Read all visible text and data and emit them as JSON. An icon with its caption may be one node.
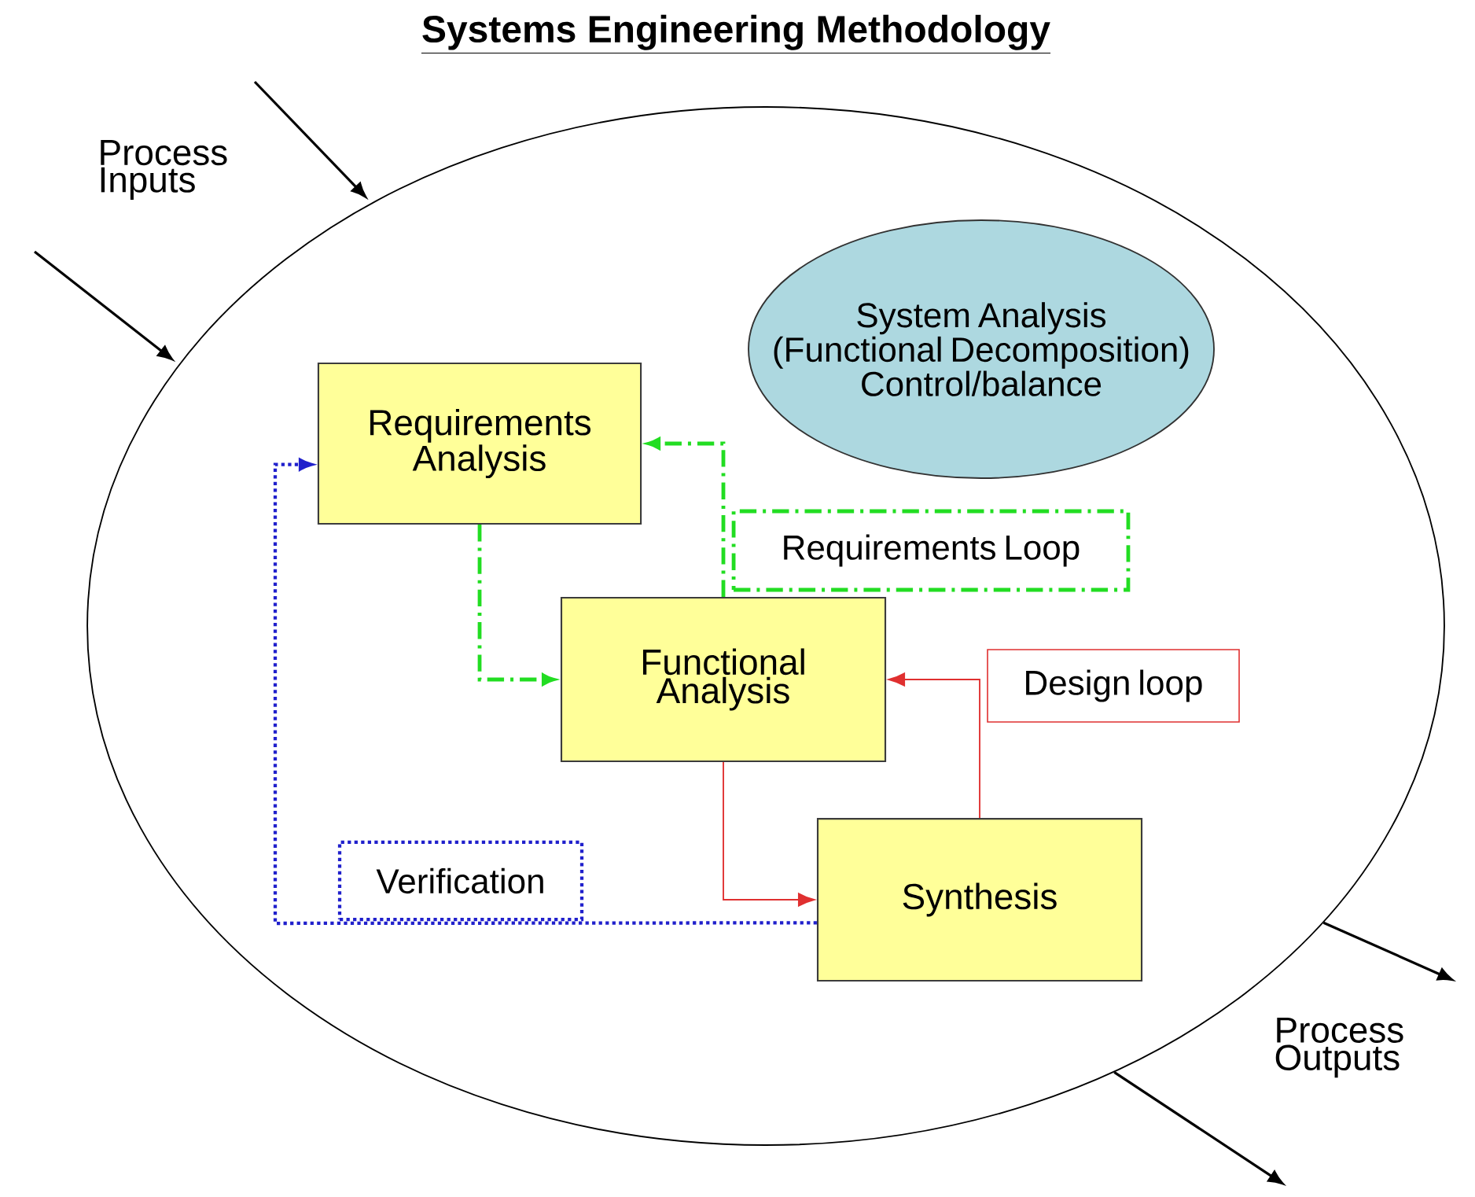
{
  "diagram": {
    "title": "Systems Engineering Methodology",
    "nodes": [
      {
        "text": [],
        "shape": "ellipse"
      },
      {
        "text": [
          "System Analysis (Functional Decomposition) Control/balance"
        ],
        "in": 0
      },
      {
        "text": [
          "Requirements Analysis"
        ],
        "in": 0
      },
      {
        "text": [
          "Requirements Loop"
        ],
        "in": 0
      },
      {
        "text": [
          "Functional Analysis"
        ],
        "in": 0
      },
      {
        "text": [
          "Design loop"
        ],
        "in": 0
      },
      {
        "text": [
          "Verification"
        ],
        "in": 0
      },
      {
        "text": [
          "Synthesis"
        ],
        "in": 0
      }
    ],
    "edges": [
      {
        "from": null,
        "to": 0,
        "arrow": "to"
      },
      {
        "from": null,
        "to": 0,
        "arrow": "to"
      },
      {
        "from": 2,
        "to": 4,
        "arrow": "to",
        "style": "dashed",
        "color": "#22dd22"
      },
      {
        "from": 4,
        "to": 2,
        "arrow": "to",
        "style": "dashed",
        "color": "#22dd22"
      },
      {
        "from": 4,
        "to": 7,
        "arrow": "to",
        "color": "#e03030"
      },
      {
        "from": 7,
        "to": 4,
        "arrow": "to",
        "color": "#e03030"
      },
      {
        "from": 7,
        "to": 2,
        "arrow": "to",
        "style": "dashed",
        "color": "#2020cc"
      },
      {
        "from": 0,
        "to": null,
        "arrow": "to"
      },
      {
        "from": 0,
        "to": null,
        "arrow": "to"
      }
    ],
    "labels": [
      "Process Inputs",
      "Process Outputs"
    ]
  }
}
